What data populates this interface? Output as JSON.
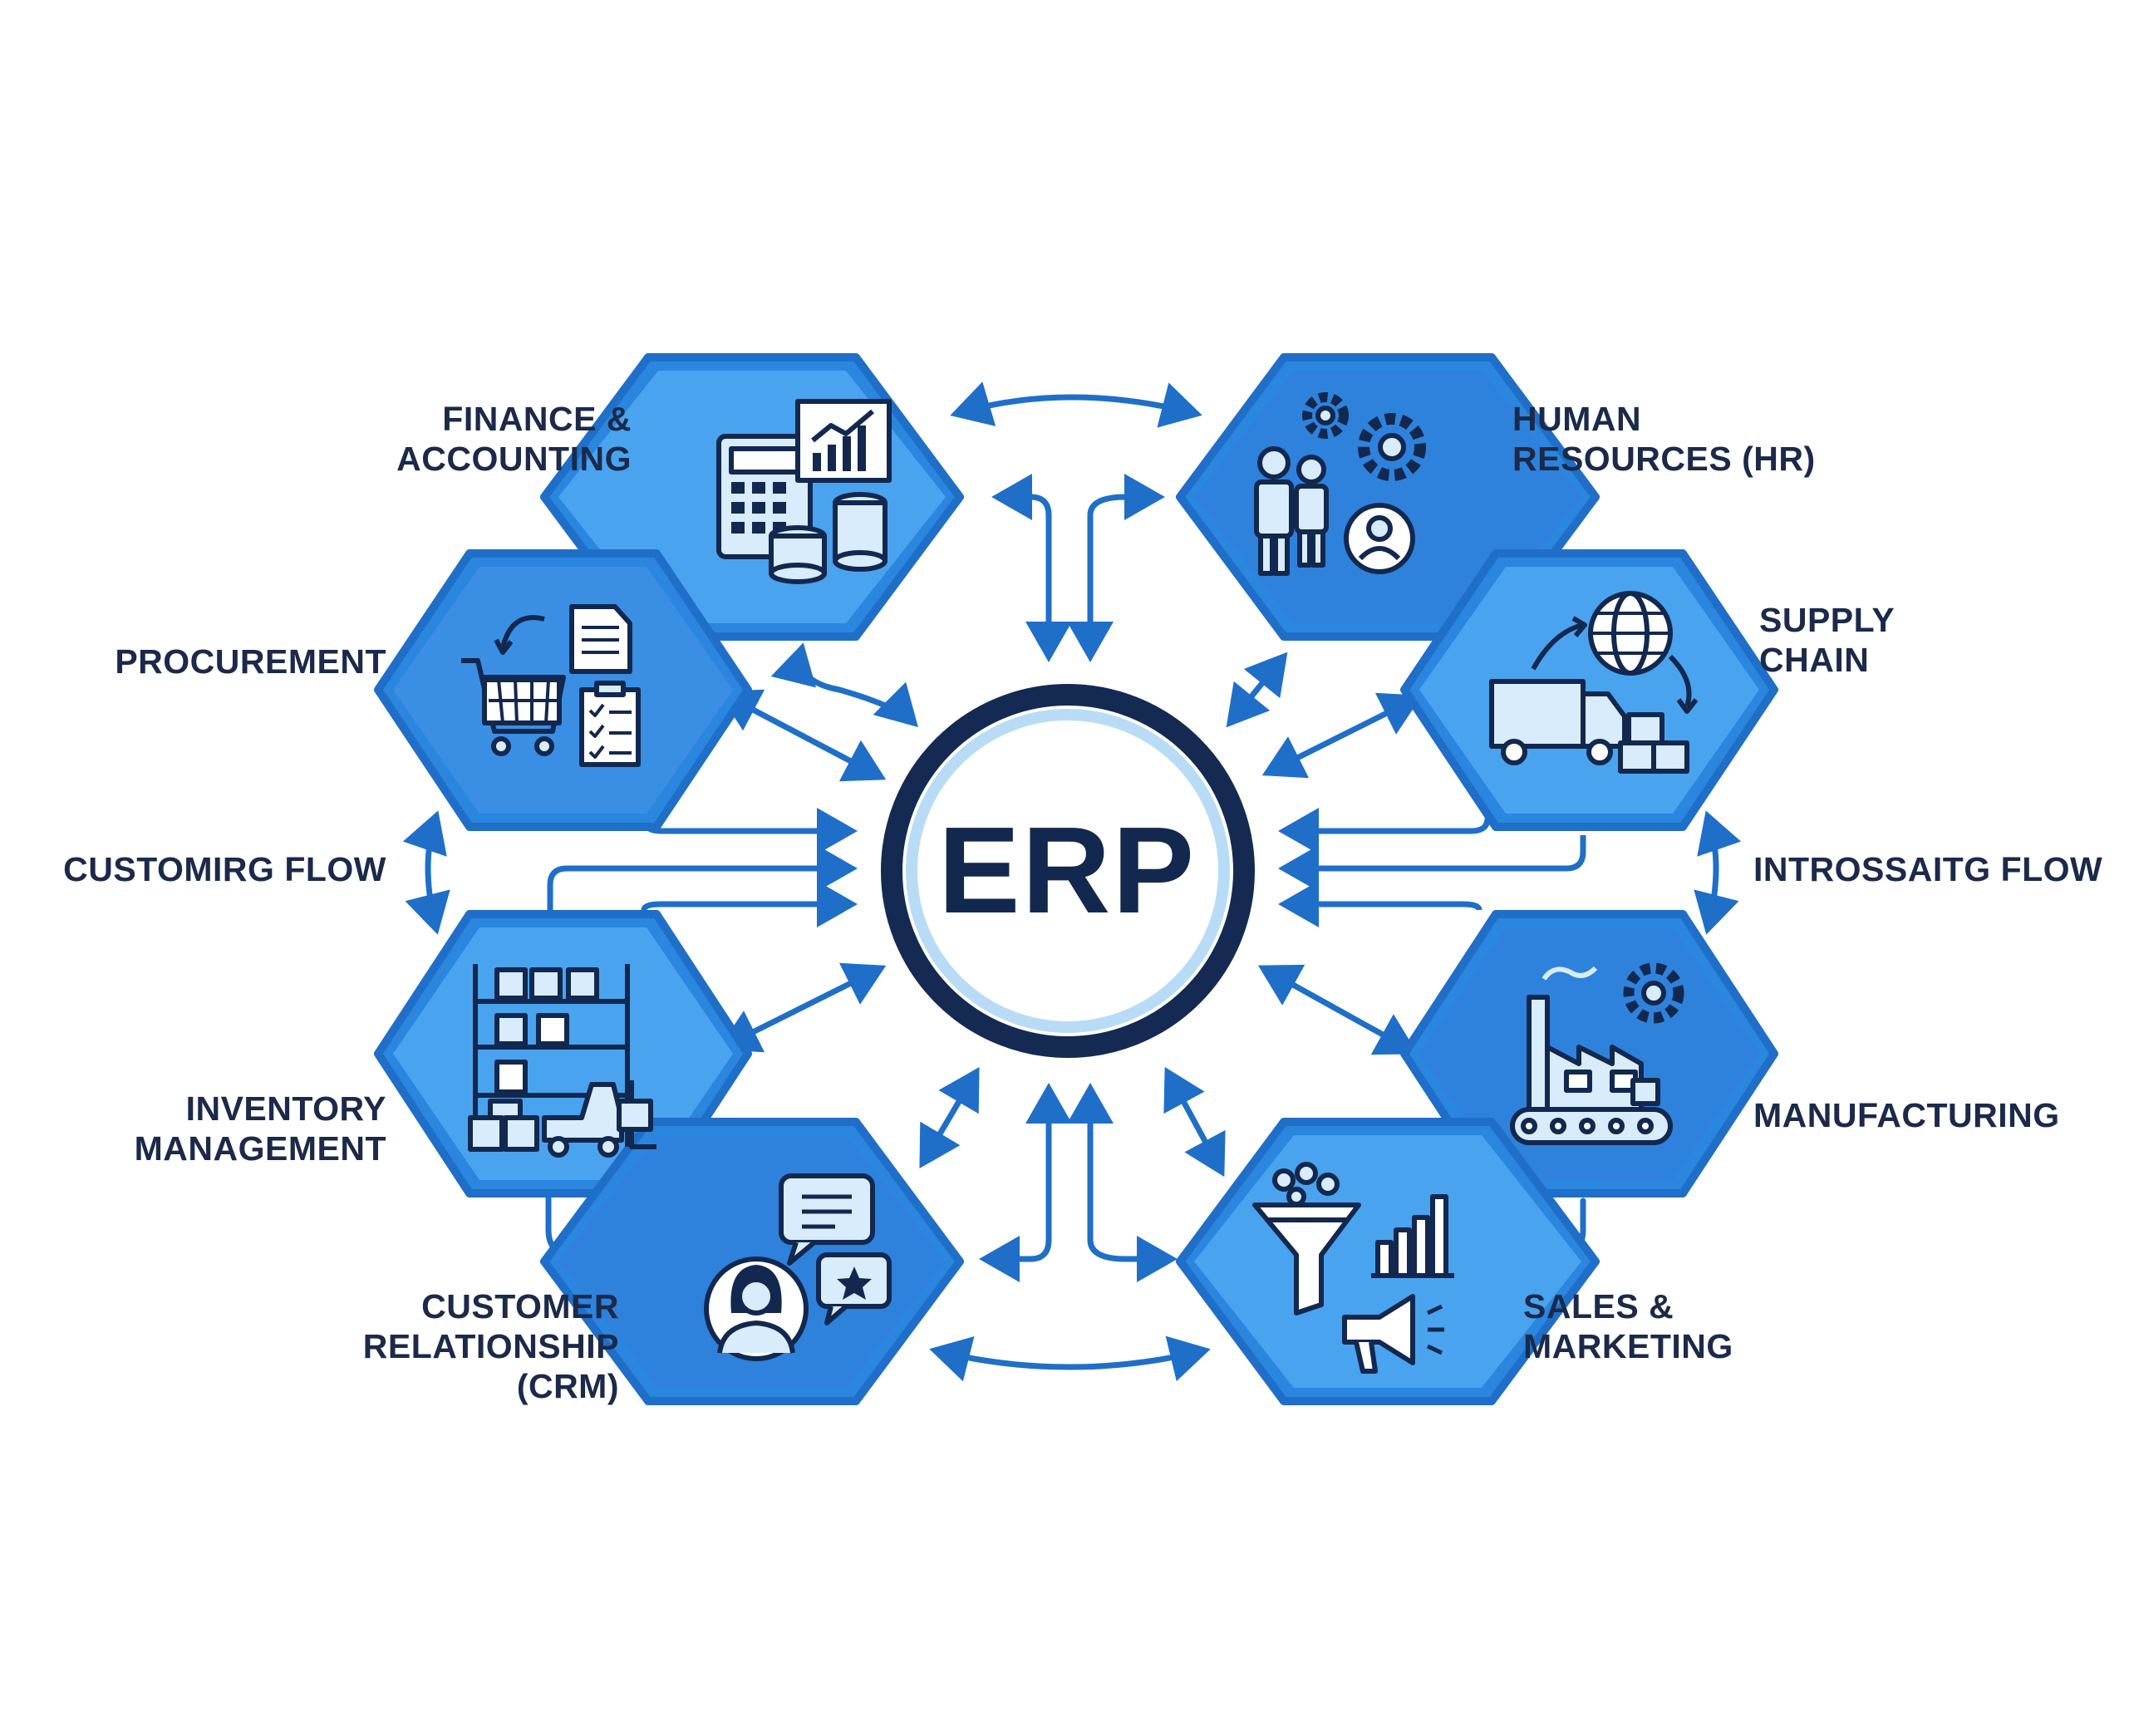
{
  "center": {
    "label": "ERP"
  },
  "modules": {
    "finance": {
      "line1": "FINANCE &",
      "line2": "ACCOUNTING",
      "icon": "calculator-chart-coins-icon"
    },
    "hr": {
      "line1": "HUMAN",
      "line2": "RESOURCES (HR)",
      "icon": "people-gears-icon"
    },
    "procurement": {
      "line1": "PROCUREMENT",
      "icon": "cart-documents-icon"
    },
    "supply_chain": {
      "line1": "SUPPLY",
      "line2": "CHAIN",
      "icon": "truck-globe-boxes-icon"
    },
    "inventory": {
      "line1": "INVENTORY",
      "line2": "MANAGEMENT",
      "icon": "warehouse-forklift-icon"
    },
    "manufacturing": {
      "line1": "MANUFACTURING",
      "icon": "factory-conveyor-icon"
    },
    "crm": {
      "line1": "CUSTOMER",
      "line2": "RELATIONSHIP",
      "line3": "(CRM)",
      "icon": "customer-chat-icon"
    },
    "sales": {
      "line1": "SALES &",
      "line2": "MARKETING",
      "icon": "funnel-chart-megaphone-icon"
    }
  },
  "flows": {
    "left": "CUSTOMIRG FLOW",
    "right": "INTROSSAITG FLOW"
  },
  "colors": {
    "hex_dark": "#1f6fc9",
    "hex_light": "#4aa3ee",
    "hex_border": "#2a86de",
    "arrow": "#1f6fc9",
    "ring": "#142a52",
    "text": "#1b2a4a",
    "icon_line": "#13284f"
  }
}
